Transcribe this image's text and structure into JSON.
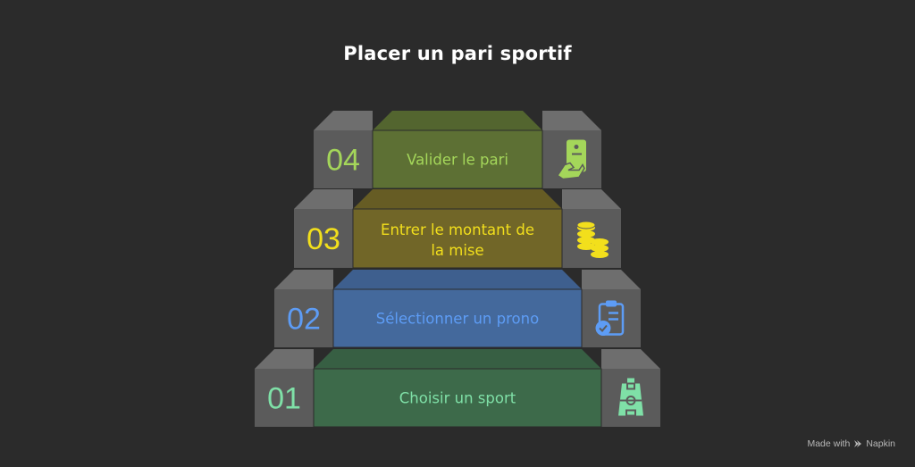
{
  "title": "Placer un pari sportif",
  "colors": {
    "background": "#2b2b2b",
    "gray_face": "#5b5b5b",
    "gray_top": "#6e6e6e",
    "step1": "#7fe0a7",
    "step2": "#5d9cf5",
    "step3": "#f2df1c",
    "step4": "#a4d65a"
  },
  "steps": [
    {
      "number": "01",
      "label": "Choisir un sport",
      "icon": "soccer-field-icon",
      "color": "#7fe0a7",
      "fill": "#3d6a4a",
      "top": "#375f43"
    },
    {
      "number": "02",
      "label": "Sélectionner un prono",
      "icon": "clipboard-check-icon",
      "color": "#5d9cf5",
      "fill": "#44699c",
      "top": "#3e5f8e"
    },
    {
      "number": "03",
      "label_lines": [
        "Entrer le montant de",
        "la mise"
      ],
      "icon": "coins-stack-icon",
      "color": "#f2df1c",
      "fill": "#716628",
      "top": "#665c24"
    },
    {
      "number": "04",
      "label": "Valider le pari",
      "icon": "hand-ticket-icon",
      "color": "#a4d65a",
      "fill": "#5d7034",
      "top": "#53652f"
    }
  ],
  "footer": {
    "made_with": "Made with",
    "brand": "Napkin"
  }
}
